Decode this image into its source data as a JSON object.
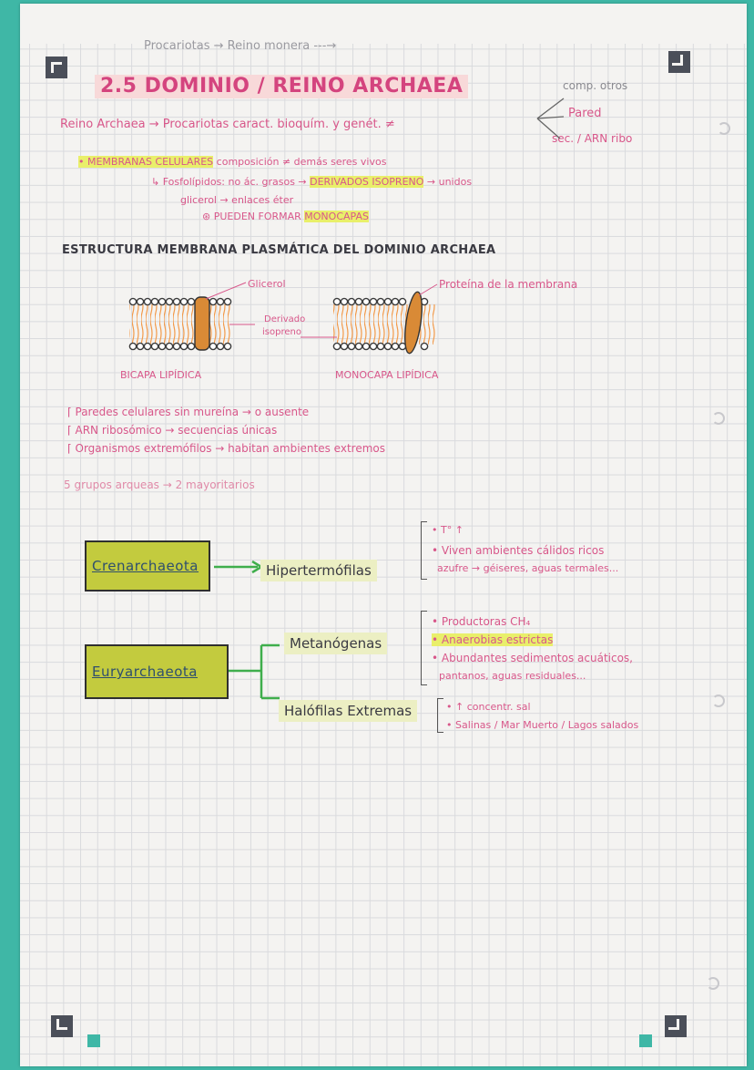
{
  "top_note": "Procariotas → Reino monera ---→",
  "title": "2.5 DOMINIO / REINO ARCHAEA",
  "line1": {
    "left": "Reino Archaea → Procariotas caract. bioquím. y genét. ≠",
    "branch_top": "comp. otros",
    "branch_mid": "Pared",
    "branch_bot": "sec. / ARN ribo"
  },
  "membranes": {
    "title_pink": "• MEMBRANAS CELULARES",
    "title_rest": "composición ≠ demás seres vivos",
    "sub1_a": "↳ Fosfolípidos: no ác. grasos → ",
    "sub1_hl": "DERIVADOS ISOPRENO",
    "sub1_b": " → unidos",
    "sub2": "glicerol → enlaces éter",
    "sub3_a": "⊛ PUEDEN FORMAR ",
    "sub3_hl": "MONOCAPAS"
  },
  "section_title": "ESTRUCTURA MEMBRANA PLASMÁTICA DEL DOMINIO ARCHAEA",
  "diagram": {
    "label_glicerol": "Glicerol",
    "label_proteina": "Proteína de la membrana",
    "label_derivado_1": "Derivado",
    "label_derivado_2": "isopreno",
    "caption_left": "BICAPA LIPÍDICA",
    "caption_right": "MONOCAPA LIPÍDICA"
  },
  "bullets": [
    "Paredes celulares sin mureína → o ausente",
    "ARN ribosómico → secuencias únicas",
    "Organismos extremófilos → habitan ambientes extremos"
  ],
  "groups_line": "5 grupos arqueas → 2 mayoritarios",
  "tree": {
    "crenarchaeota": "Crenarchaeota",
    "hipertermofilas": "Hipertermófilas",
    "hiper_notes": [
      "• T° ↑",
      "• Viven ambientes cálidos ricos",
      "azufre → géiseres, aguas termales..."
    ],
    "euryarchaeota": "Euryarchaeota",
    "metanogenas": "Metanógenas",
    "meta_notes_1": "• Productoras CH₄",
    "meta_notes_2": "• Anaerobias estrictas",
    "meta_notes_3": "• Abundantes sedimentos acuáticos,",
    "meta_notes_4": "pantanos, aguas residuales...",
    "halofilas": "Halófilas Extremas",
    "halo_notes": [
      "• ↑ concentr. sal",
      "• Salinas / Mar Muerto / Lagos salados"
    ]
  },
  "colors": {
    "teal": "#3fb7a6",
    "pink": "#d8578a",
    "olive": "#c3cb3e",
    "green": "#3fae4c",
    "highlight_yellow": "#e9ef6a"
  }
}
